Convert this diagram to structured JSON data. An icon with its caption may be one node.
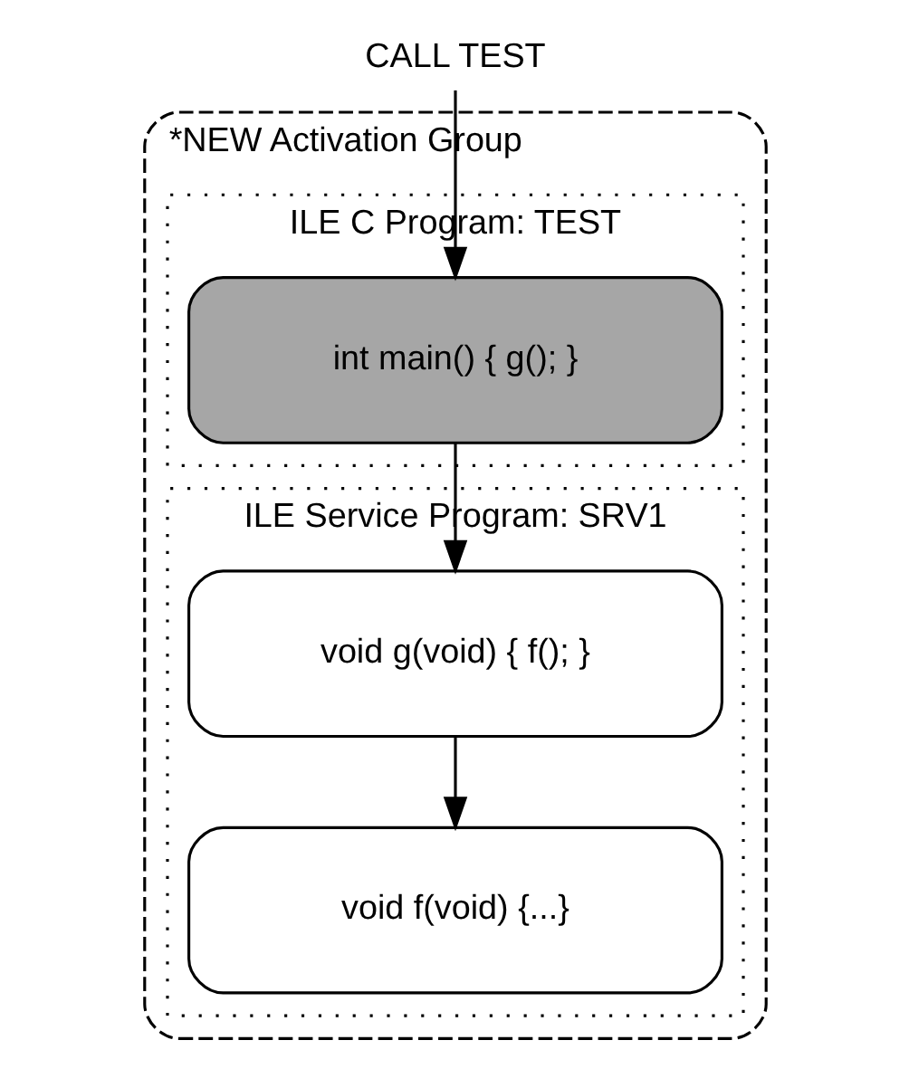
{
  "diagram": {
    "nodes": [
      {
        "text": [
          "CALL TEST"
        ]
      },
      {
        "text": [
          "*NEW Activation Group"
        ]
      },
      {
        "text": [
          "ILE C Program: TEST"
        ],
        "in": 1
      },
      {
        "text": [
          "int main() { g(); }"
        ],
        "in": 2
      },
      {
        "text": [
          "ILE Service Program: SRV1"
        ],
        "in": 1
      },
      {
        "text": [
          "void g(void) { f(); }"
        ],
        "in": 4
      },
      {
        "text": [
          "void f(void) {...}"
        ],
        "in": 4
      }
    ],
    "edges": [
      {
        "from": 0,
        "to": 3,
        "arrow": "to"
      },
      {
        "from": 3,
        "to": 5,
        "arrow": "to"
      },
      {
        "from": 5,
        "to": 6,
        "arrow": "to"
      }
    ]
  }
}
